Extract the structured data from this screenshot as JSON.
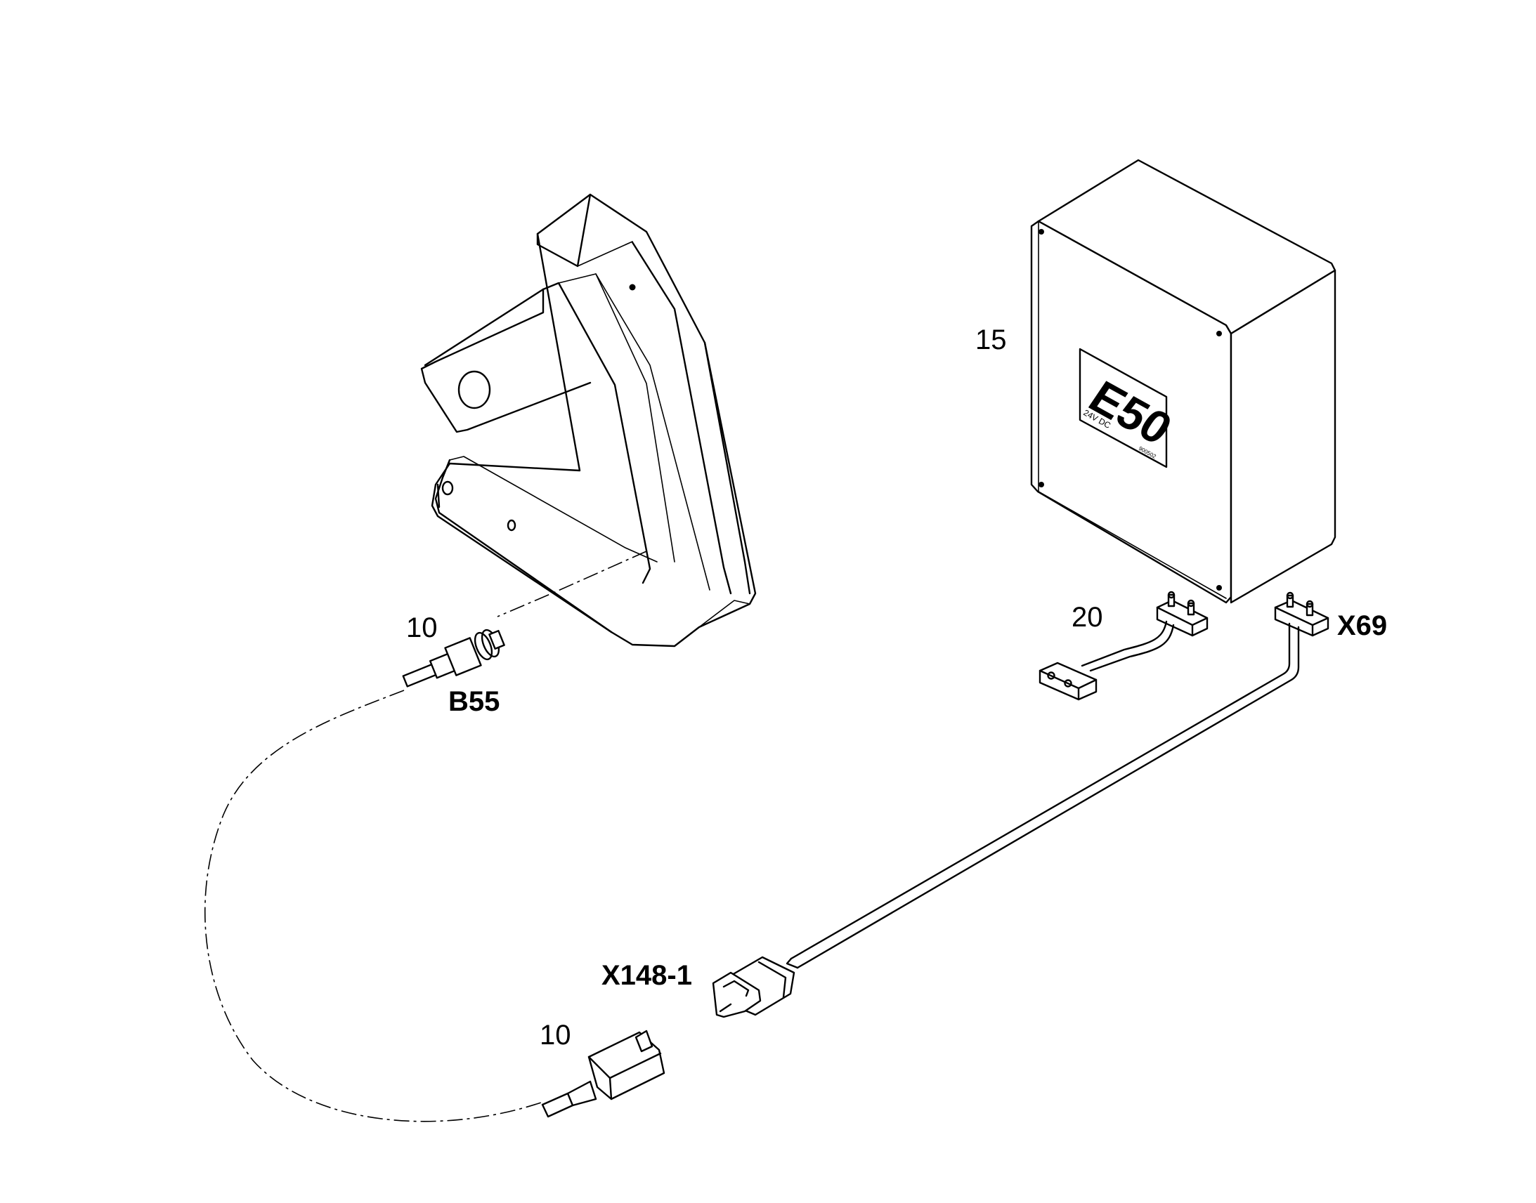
{
  "callouts": {
    "item_10_sensor": "10",
    "item_10_connector": "10",
    "item_15": "15",
    "item_20": "20"
  },
  "designators": {
    "sensor": "B55",
    "controller": "E50",
    "connector_plug": "X148-1",
    "connector_box": "X69"
  },
  "controller_plate": {
    "code": "E50",
    "voltage": "24V DC",
    "small_mark": "900502"
  }
}
